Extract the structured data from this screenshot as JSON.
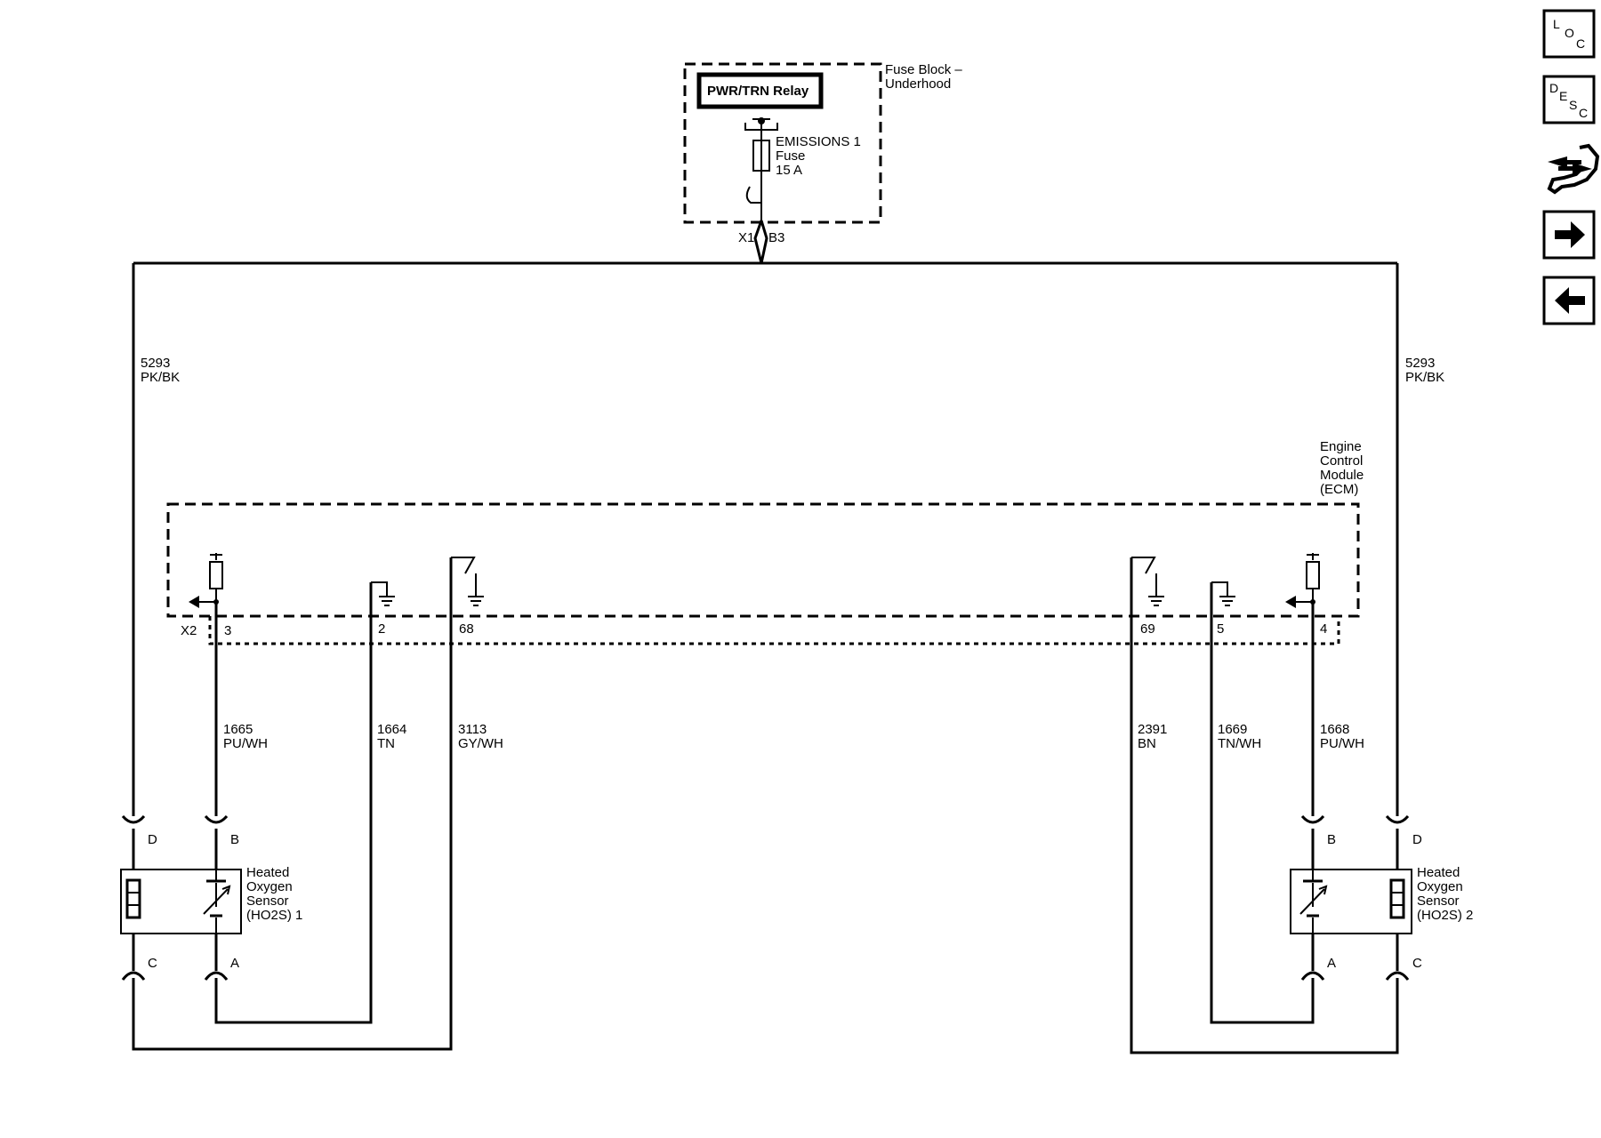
{
  "fuse_block": {
    "relay": "PWR/TRN Relay",
    "name_line1": "Fuse Block –",
    "name_line2": "Underhood",
    "fuse_line1": "EMISSIONS 1",
    "fuse_line2": "Fuse",
    "fuse_line3": "15 A",
    "connector_left": "X1",
    "connector_right": "B3"
  },
  "ecm": {
    "name_line1": "Engine",
    "name_line2": "Control",
    "name_line3": "Module",
    "name_line4": "(ECM)",
    "connector": "X2",
    "pins": [
      "3",
      "2",
      "68",
      "69",
      "5",
      "4"
    ]
  },
  "wires": {
    "w5293_left": {
      "circuit": "5293",
      "color": "PK/BK"
    },
    "w5293_right": {
      "circuit": "5293",
      "color": "PK/BK"
    },
    "w1665": {
      "circuit": "1665",
      "color": "PU/WH"
    },
    "w1664": {
      "circuit": "1664",
      "color": "TN"
    },
    "w3113": {
      "circuit": "3113",
      "color": "GY/WH"
    },
    "w2391": {
      "circuit": "2391",
      "color": "BN"
    },
    "w1669": {
      "circuit": "1669",
      "color": "TN/WH"
    },
    "w1668": {
      "circuit": "1668",
      "color": "PU/WH"
    }
  },
  "sensor1": {
    "line1": "Heated",
    "line2": "Oxygen",
    "line3": "Sensor",
    "line4": "(HO2S) 1",
    "pin_d": "D",
    "pin_b": "B",
    "pin_c": "C",
    "pin_a": "A"
  },
  "sensor2": {
    "line1": "Heated",
    "line2": "Oxygen",
    "line3": "Sensor",
    "line4": "(HO2S) 2",
    "pin_d": "D",
    "pin_b": "B",
    "pin_c": "C",
    "pin_a": "A"
  },
  "nav": {
    "loc": [
      "L",
      "O",
      "C"
    ],
    "desc": [
      "D",
      "E",
      "S",
      "C"
    ],
    "tools_icon": "wrench-arrows-icon",
    "next_icon": "arrow-right-icon",
    "prev_icon": "arrow-left-icon"
  }
}
